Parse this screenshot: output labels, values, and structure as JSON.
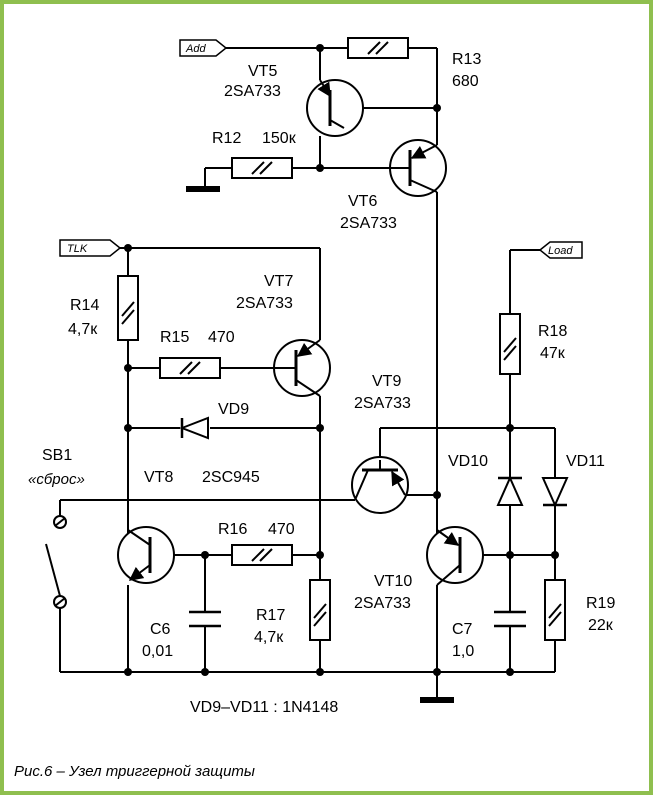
{
  "ports": {
    "add": "Add",
    "tlk": "TLK",
    "load": "Load"
  },
  "components": {
    "vt5": {
      "ref": "VT5",
      "part": "2SA733"
    },
    "vt6": {
      "ref": "VT6",
      "part": "2SA733"
    },
    "vt7": {
      "ref": "VT7",
      "part": "2SA733"
    },
    "vt8": {
      "ref": "VT8",
      "part": "2SC945"
    },
    "vt9": {
      "ref": "VT9",
      "part": "2SA733"
    },
    "vt10": {
      "ref": "VT10",
      "part": "2SA733"
    },
    "r12": {
      "ref": "R12",
      "value": "150к"
    },
    "r13": {
      "ref": "R13",
      "value": "680"
    },
    "r14": {
      "ref": "R14",
      "value": "4,7к"
    },
    "r15": {
      "ref": "R15",
      "value": "470"
    },
    "r16": {
      "ref": "R16",
      "value": "470"
    },
    "r17": {
      "ref": "R17",
      "value": "4,7к"
    },
    "r18": {
      "ref": "R18",
      "value": "47к"
    },
    "r19": {
      "ref": "R19",
      "value": "22к"
    },
    "c6": {
      "ref": "C6",
      "value": "0,01"
    },
    "c7": {
      "ref": "C7",
      "value": "1,0"
    },
    "vd9": {
      "ref": "VD9"
    },
    "vd10": {
      "ref": "VD10"
    },
    "vd11": {
      "ref": "VD11"
    },
    "sb1": {
      "ref": "SB1",
      "desc": "«сброс»"
    }
  },
  "note": "VD9–VD11 : 1N4148",
  "caption": "Рис.6 – Узел триггерной защиты",
  "colors": {
    "border": "#8fbf4f",
    "line": "#000000"
  }
}
